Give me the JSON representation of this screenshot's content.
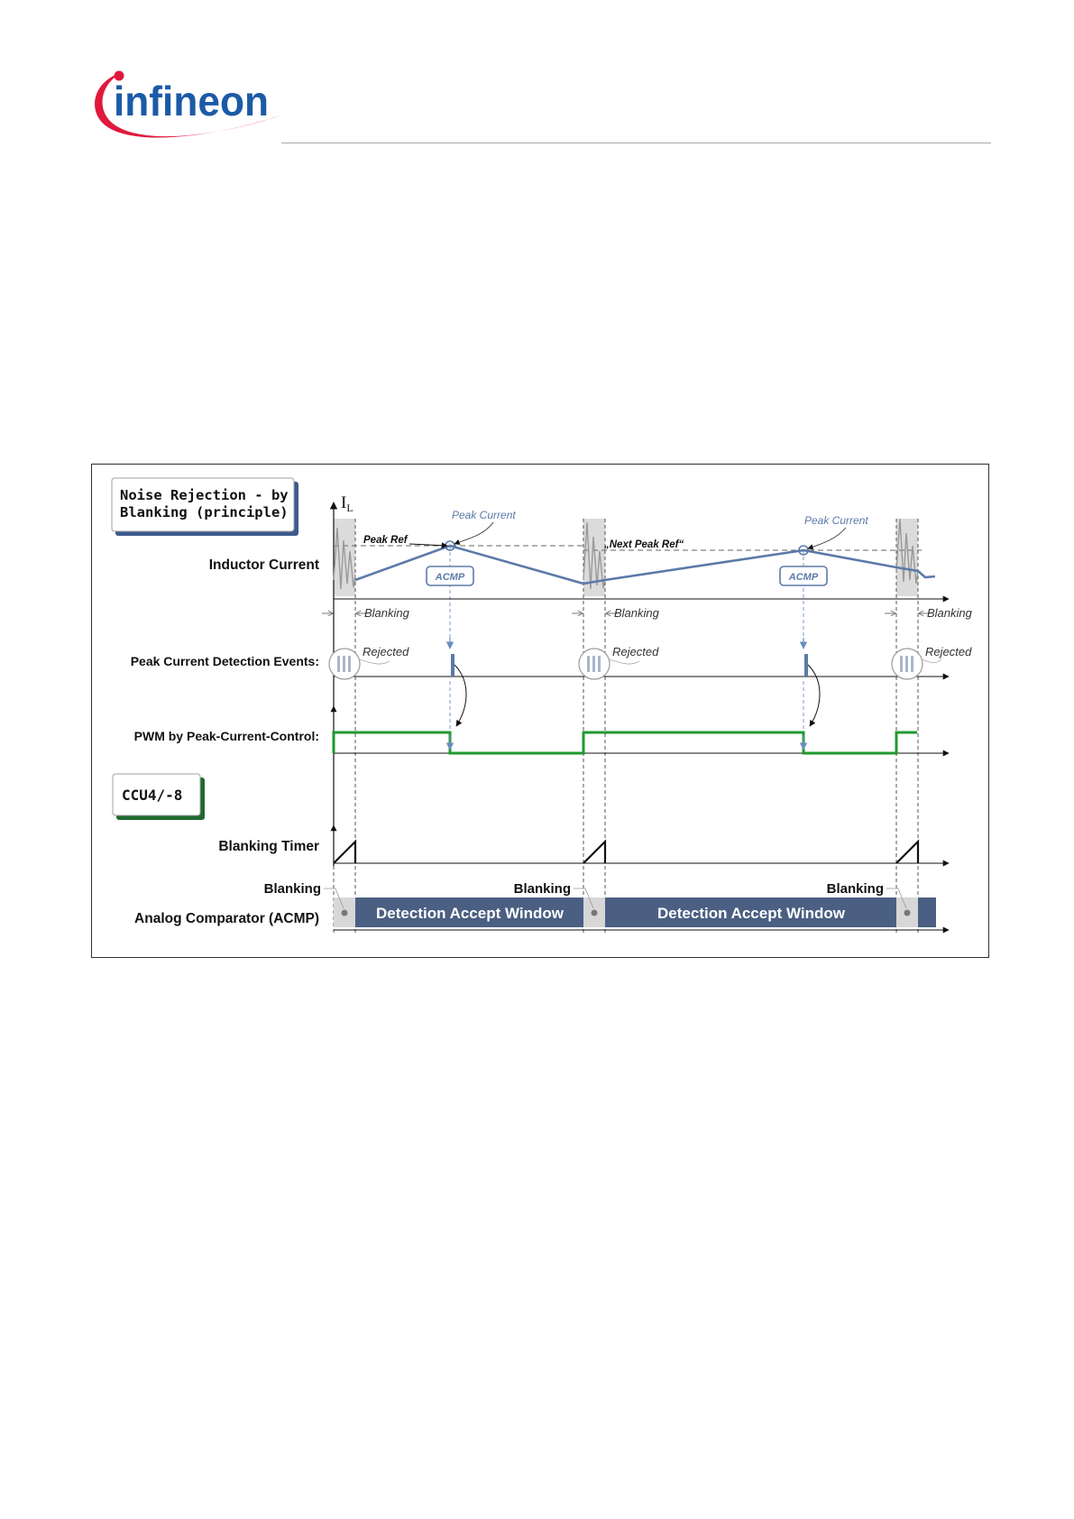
{
  "header": {
    "logo_text": "infineon"
  },
  "diagram": {
    "title_box": {
      "line1": "Noise Rejection - by",
      "line2": "Blanking (principle)"
    },
    "subsystem_box": "CCU4/-8",
    "axis_label": {
      "main": "I",
      "sub": "L"
    },
    "row_labels": {
      "inductor_current": "Inductor Current",
      "peak_events": "Peak Current Detection Events:",
      "pwm": "PWM by Peak-Current-Control:",
      "blanking_timer": "Blanking Timer",
      "acmp": "Analog Comparator (ACMP)"
    },
    "annotations": {
      "peak_ref": "Peak Ref",
      "next_peak_ref": "„Next Peak Ref“",
      "peak_current_1": "Peak Current",
      "peak_current_2": "Peak Current",
      "acmp_1": "ACMP",
      "acmp_2": "ACMP",
      "blanking_1": "Blanking",
      "blanking_2": "Blanking",
      "blanking_3": "Blanking",
      "rejected_1": "Rejected",
      "rejected_2": "Rejected",
      "rejected_3": "Rejected",
      "blanking_label_1": "Blanking",
      "blanking_label_2": "Blanking",
      "blanking_label_3": "Blanking",
      "window_1": "Detection Accept Window",
      "window_2": "Detection Accept Window"
    },
    "colors": {
      "current": "#5b7aa8",
      "pwm": "#1e9a2e",
      "window": "#4a5f82",
      "blank_zone": "#d7d7d7",
      "title_shadow": "#3c5a8c",
      "ccu_shadow": "#1f6a31",
      "logo_text": "#1c5aa6",
      "logo_swoosh": "#e0193c"
    }
  }
}
